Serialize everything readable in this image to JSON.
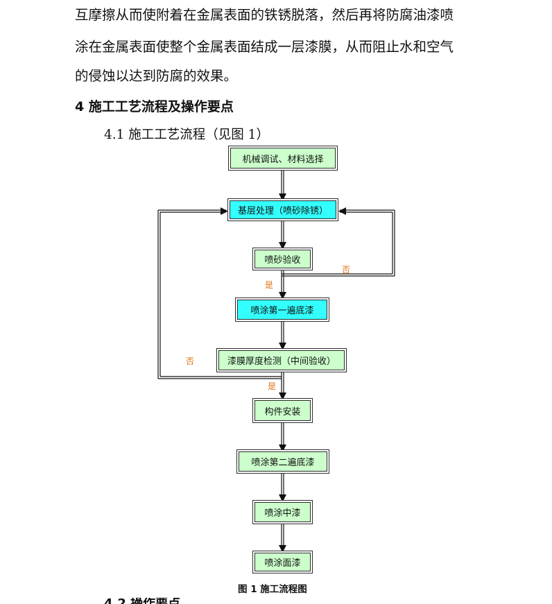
{
  "paragraph_lines": [
    "互摩擦从而使附着在金属表面的铁锈脱落，然后再将防腐油漆喷",
    "涂在金属表面使整个金属表面结成一层漆膜，从而阻止水和空气",
    "的侵蚀以达到防腐的效果。"
  ],
  "section_heading": "4  施工工艺流程及操作要点",
  "subsection_heading": "4.1 施工工艺流程（见图 1）",
  "flowchart": {
    "steps": [
      "机械调试、材料选择",
      "基层处理（喷砂除锈）",
      "喷砂验收",
      "喷涂第一遍底漆",
      "漆膜厚度检测（中间验收）",
      "构件安装",
      "喷涂第二遍底漆",
      "喷涂中漆",
      "喷涂面漆"
    ],
    "yes_label": "是",
    "no_label": "否",
    "highlight_color": "#33ffff",
    "step_color": "#ccffcc",
    "label_color": "#e07010"
  },
  "caption": "图 1    施工流程图",
  "next_heading_partial": "4.2 操作要点"
}
